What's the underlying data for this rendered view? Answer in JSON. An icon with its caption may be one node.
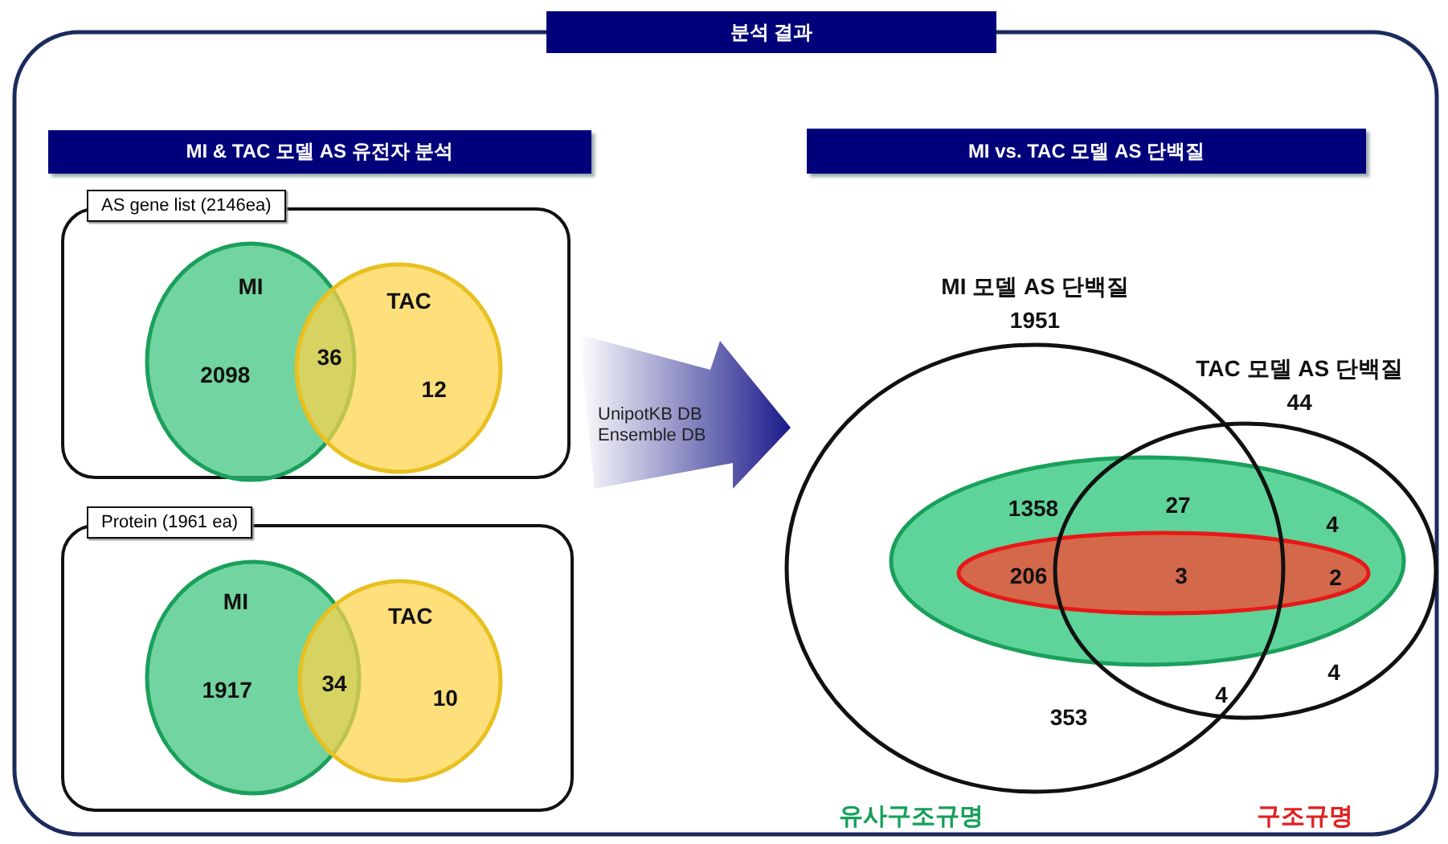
{
  "diagram": {
    "nodes": [
      {
        "text": [
          "분석 결과"
        ]
      },
      {
        "text": [
          "MI & TAC 모델 AS 유전자 분석"
        ],
        "in": 0
      },
      {
        "text": [
          "MI vs. TAC 모델 AS 단백질"
        ],
        "in": 0
      },
      {
        "text": [
          "AS gene list (2146ea)"
        ],
        "in": 0
      },
      {
        "text": [
          "MI",
          "2098"
        ],
        "in": 3
      },
      {
        "text": [
          "TAC",
          "12"
        ],
        "in": 3
      },
      {
        "text": [
          "Protein (1961 ea)"
        ],
        "in": 0
      },
      {
        "text": [
          "MI",
          "1917"
        ],
        "in": 6
      },
      {
        "text": [
          "TAC",
          "10"
        ],
        "in": 6
      },
      {
        "text": [
          "UnipotKB DB Ensemble DB"
        ],
        "in": 0
      },
      {
        "text": [
          "MI 모델 AS 단백질",
          "1951"
        ],
        "in": 0
      },
      {
        "text": [
          "TAC 모델 AS 단백질",
          "44"
        ],
        "in": 0
      },
      {
        "text": [],
        "shape": "ellipse",
        "in": 0
      },
      {
        "text": [],
        "shape": "ellipse",
        "in": 12
      }
    ],
    "labels": [
      "36",
      "34",
      "1358",
      "27",
      "4",
      "206",
      "3",
      "2",
      "4",
      "4",
      "353",
      "유사구조규명",
      "구조규명"
    ]
  }
}
